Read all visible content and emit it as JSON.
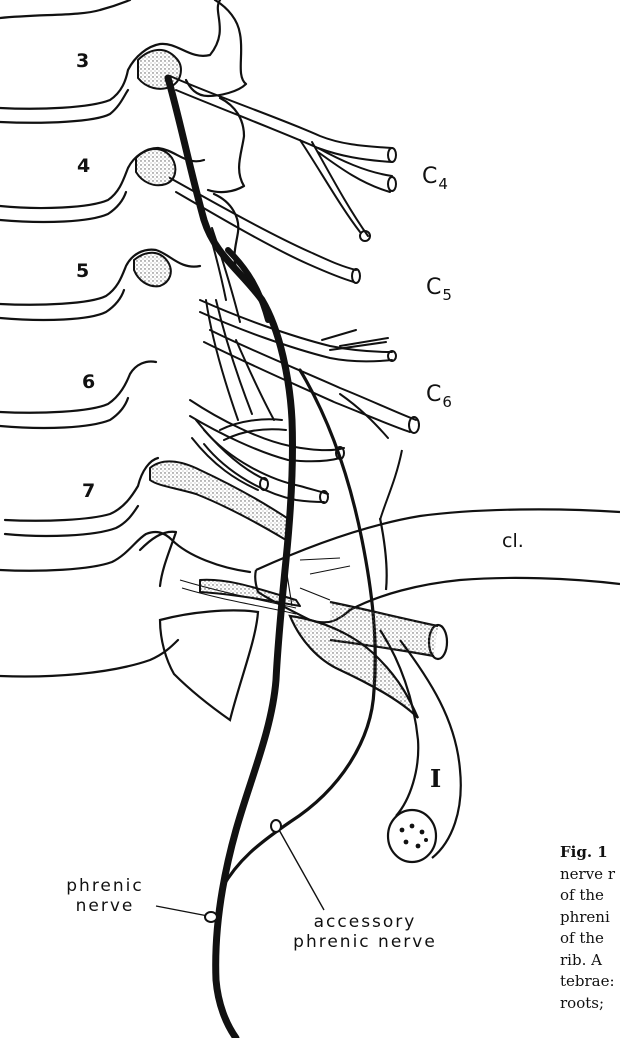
{
  "vertebrae": [
    "3",
    "4",
    "5",
    "6",
    "7"
  ],
  "roots": {
    "c4": {
      "letter": "C",
      "number": "4"
    },
    "c5": {
      "letter": "C",
      "number": "5"
    },
    "c6": {
      "letter": "C",
      "number": "6"
    }
  },
  "clavicle_label": "cl.",
  "rib_label": "I",
  "phrenic_label": [
    "phrenic",
    "nerve"
  ],
  "accessory_label": [
    "accessory",
    "phrenic nerve"
  ],
  "caption": {
    "fig": "Fig. 1",
    "lines": [
      "nerve r",
      "of the",
      "phreni",
      "of the",
      "rib. A",
      "tebrae:",
      "roots;"
    ]
  },
  "colors": {
    "ink": "#111111",
    "background": "#ffffff",
    "stipple": "#555555"
  }
}
